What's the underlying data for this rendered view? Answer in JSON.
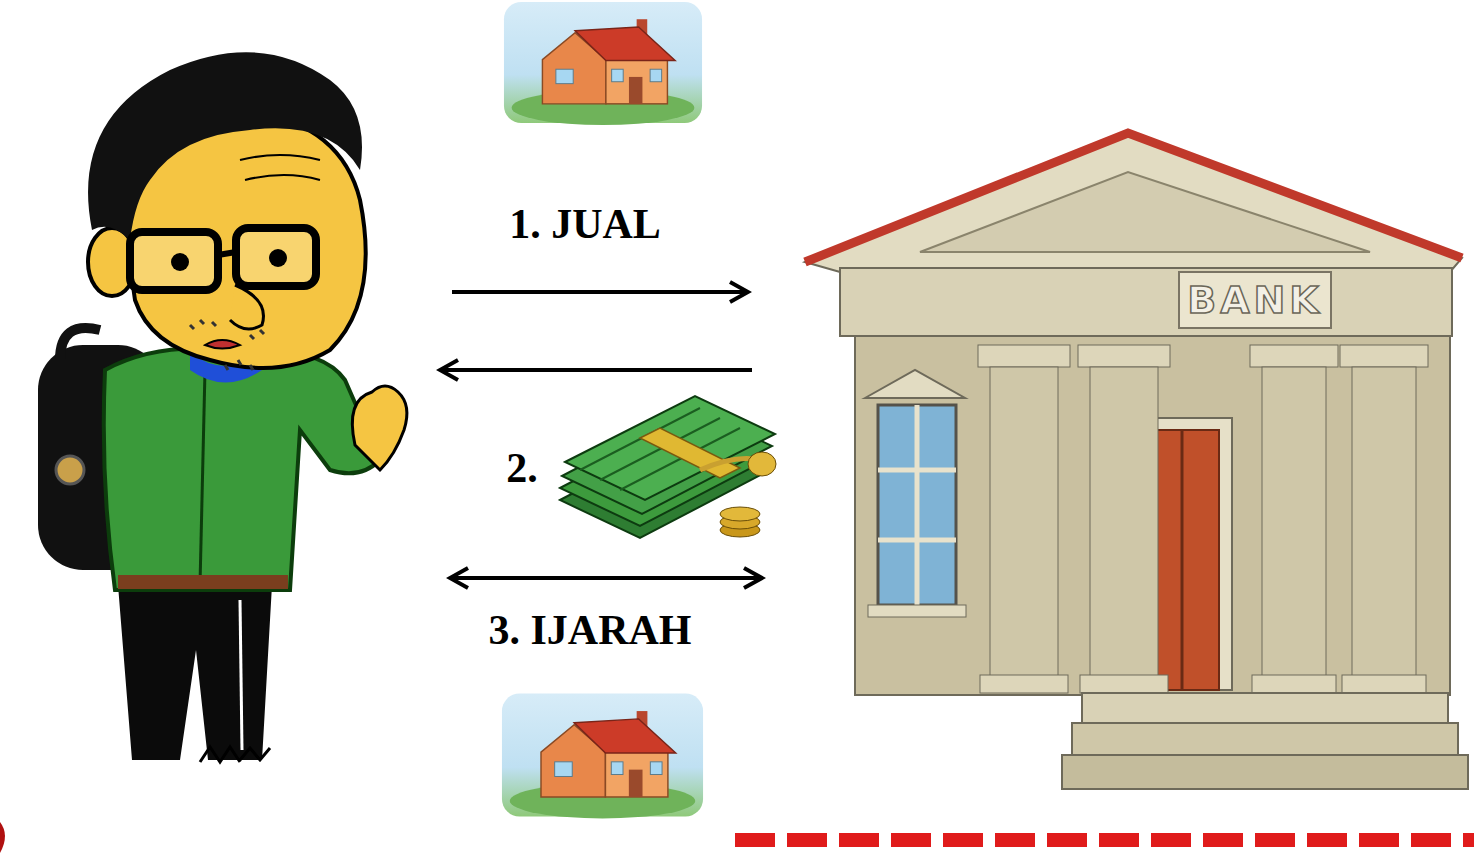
{
  "diagram": {
    "nodes": [
      {
        "text": [
          "BANK"
        ]
      }
    ],
    "labels": [
      "1. JUAL",
      "2.",
      "3. IJARAH"
    ]
  }
}
